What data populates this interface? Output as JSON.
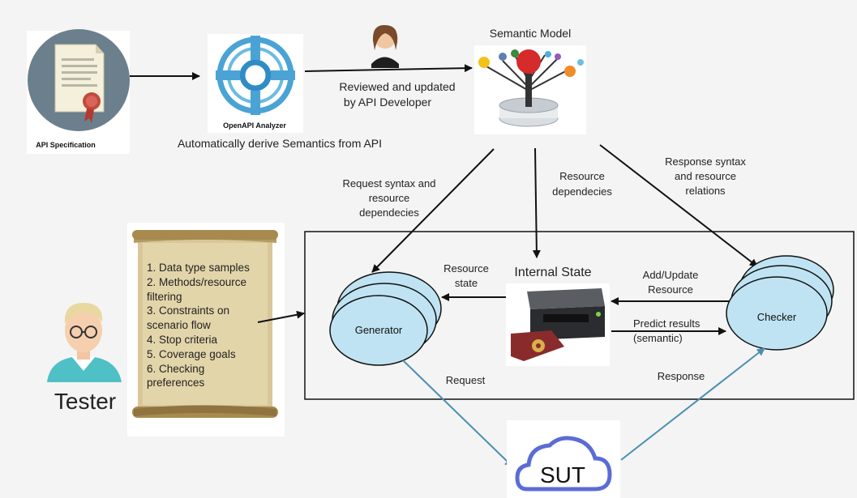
{
  "api_spec": {
    "label": "API Specification"
  },
  "analyzer": {
    "label": "OpenAPI Analyzer",
    "caption": "Automatically derive Semantics from API"
  },
  "developer_edge": {
    "label_line1": "Reviewed and updated",
    "label_line2": "by API Developer"
  },
  "semantic_model": {
    "title": "Semantic Model"
  },
  "edges": {
    "request_syntax": [
      "Request syntax and",
      "resource",
      "dependecies"
    ],
    "resource_deps": [
      "Resource",
      "dependecies"
    ],
    "response_syntax": [
      "Response syntax",
      "and resource",
      "relations"
    ],
    "resource_state": [
      "Resource",
      "state"
    ],
    "add_update": [
      "Add/Update",
      "Resource"
    ],
    "predict": [
      "Predict results",
      "(semantic)"
    ],
    "request": "Request",
    "response": "Response"
  },
  "internal_state": {
    "title": "Internal State"
  },
  "generator": {
    "label": "Generator"
  },
  "checker": {
    "label": "Checker"
  },
  "sut": {
    "label": "SUT"
  },
  "tester": {
    "label": "Tester"
  },
  "scroll_items": [
    "1. Data type samples",
    "2. Methods/resource",
    "filtering",
    "3. Constraints on",
    "scenario flow",
    "4. Stop criteria",
    "5. Coverage goals",
    "6. Checking",
    "preferences"
  ],
  "colors": {
    "ellipse_fill": "#bfe3f2",
    "sut_line": "#4a8fb0",
    "box_stroke": "#111111"
  }
}
